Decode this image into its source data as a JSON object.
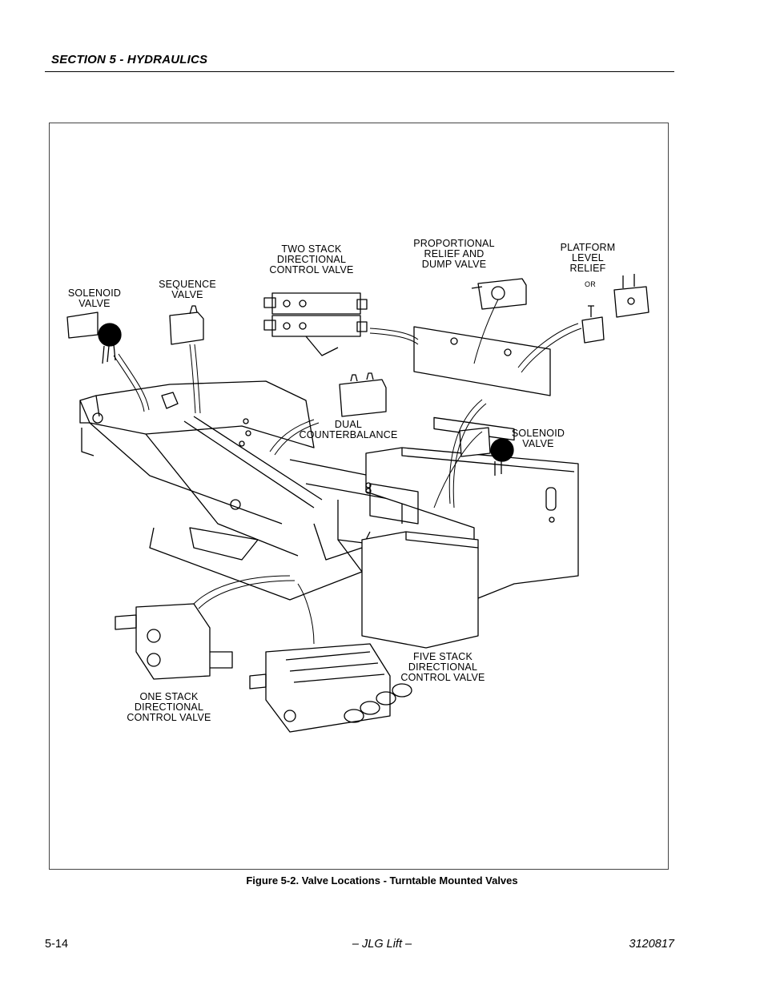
{
  "header": {
    "section_title": "SECTION 5 - HYDRAULICS"
  },
  "figure": {
    "labels": {
      "solenoid_valve_left": "SOLENOID\nVALVE",
      "sequence_valve": "SEQUENCE\nVALVE",
      "two_stack": "TWO STACK\nDIRECTIONAL\nCONTROL VALVE",
      "proportional_relief": "PROPORTIONAL\nRELIEF AND\nDUMP VALVE",
      "platform_level_relief": "PLATFORM\nLEVEL\nRELIEF",
      "or_label": "OR",
      "dual_counterbalance": "DUAL\nCOUNTERBALANCE",
      "solenoid_valve_right": "SOLENOID\nVALVE",
      "five_stack": "FIVE STACK\nDIRECTIONAL\nCONTROL VALVE",
      "one_stack": "ONE STACK\nDIRECTIONAL\nCONTROL VALVE"
    },
    "caption": "Figure 5-2.  Valve Locations - Turntable Mounted Valves"
  },
  "footer": {
    "page_number": "5-14",
    "center_text": "– JLG Lift –",
    "doc_number": "3120817"
  }
}
